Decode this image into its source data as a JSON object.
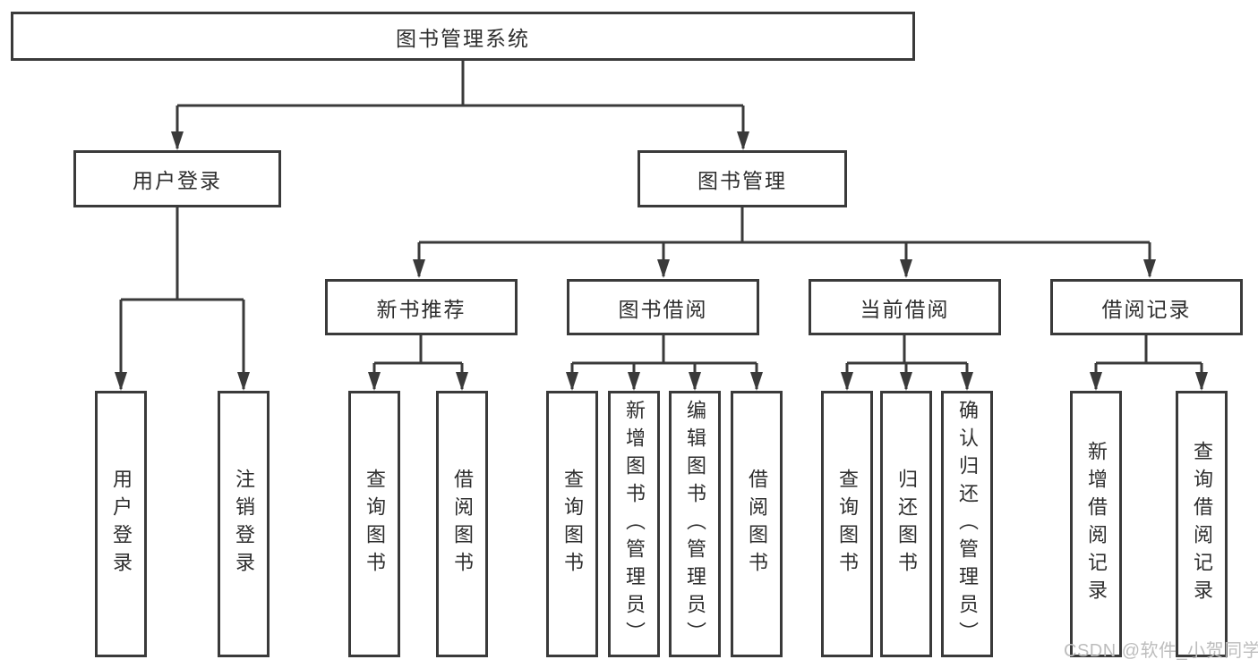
{
  "diagram": {
    "title": "图书管理系统",
    "level2": [
      {
        "label": "用户登录",
        "children": [
          "用户登录",
          "注销登录"
        ]
      },
      {
        "label": "图书管理",
        "children": [
          {
            "label": "新书推荐",
            "children": [
              "查询图书",
              "借阅图书"
            ]
          },
          {
            "label": "图书借阅",
            "children": [
              "查询图书",
              "新增图书（管理员）",
              "编辑图书（管理员）",
              "借阅图书"
            ]
          },
          {
            "label": "当前借阅",
            "children": [
              "查询图书",
              "归还图书",
              "确认归还（管理员）"
            ]
          },
          {
            "label": "借阅记录",
            "children": [
              "新增借阅记录",
              "查询借阅记录"
            ]
          }
        ]
      }
    ]
  },
  "watermark": {
    "text": "CSDN @软件_小贺同学"
  },
  "colors": {
    "line": "#3a3a3a",
    "box_border": "#3a3a3a",
    "text": "#2e2e2e",
    "watermark": "#bdbdbd",
    "background": "#ffffff"
  }
}
